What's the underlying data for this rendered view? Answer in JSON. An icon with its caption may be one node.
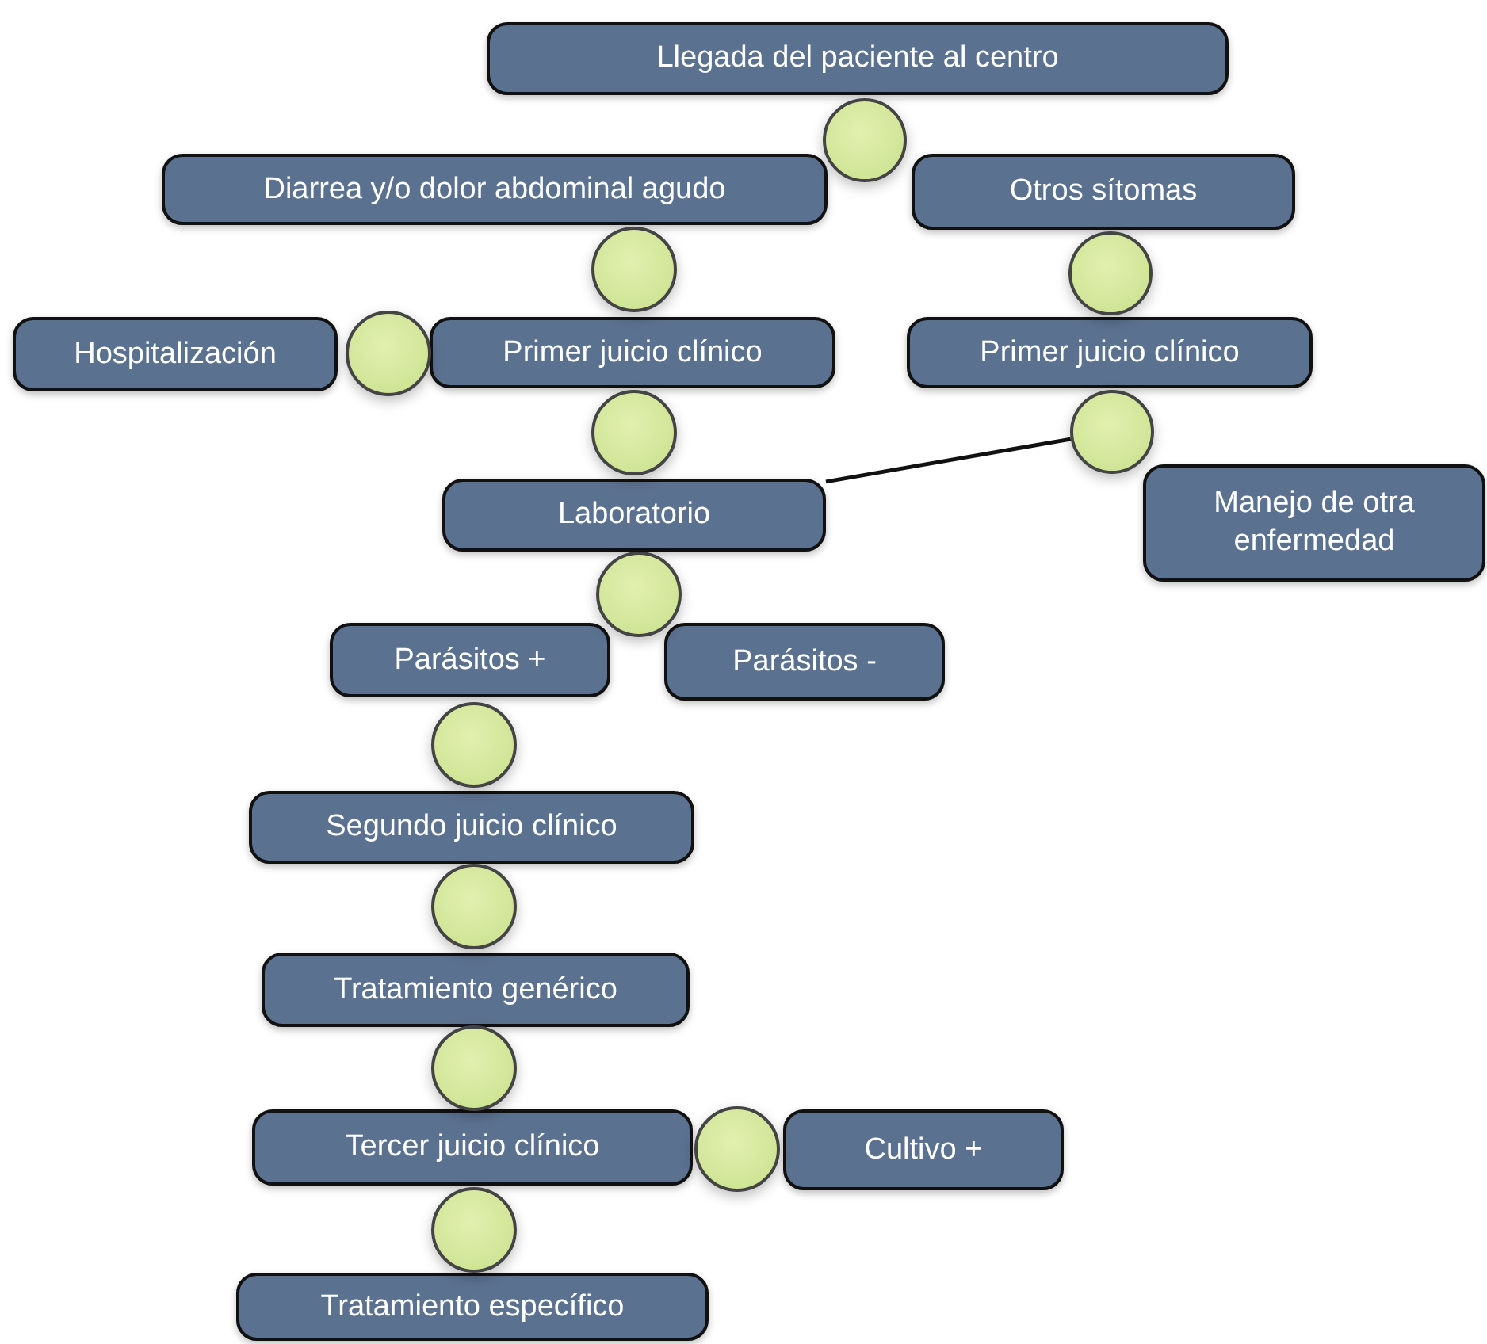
{
  "diagram": {
    "nodes": [
      {
        "text": [
          "Llegada del paciente al centro"
        ]
      },
      {
        "text": [],
        "shape": "circle"
      },
      {
        "text": [
          "Diarrea y/o dolor abdominal agudo"
        ]
      },
      {
        "text": [
          "Otros sítomas"
        ]
      },
      {
        "text": [],
        "shape": "circle"
      },
      {
        "text": [],
        "shape": "circle"
      },
      {
        "text": [
          "Hospitalización"
        ]
      },
      {
        "text": [],
        "shape": "circle"
      },
      {
        "text": [
          "Primer juicio clínico"
        ]
      },
      {
        "text": [
          "Primer juicio clínico"
        ]
      },
      {
        "text": [],
        "shape": "circle"
      },
      {
        "text": [],
        "shape": "circle"
      },
      {
        "text": [
          "Laboratorio"
        ]
      },
      {
        "text": [
          "Manejo de otra enfermedad"
        ]
      },
      {
        "text": [],
        "shape": "circle"
      },
      {
        "text": [
          "Parásitos +"
        ]
      },
      {
        "text": [
          "Parásitos -"
        ]
      },
      {
        "text": [],
        "shape": "circle"
      },
      {
        "text": [
          "Segundo juicio clínico"
        ]
      },
      {
        "text": [],
        "shape": "circle"
      },
      {
        "text": [
          "Tratamiento genérico"
        ]
      },
      {
        "text": [],
        "shape": "circle"
      },
      {
        "text": [
          "Tercer juicio clínico"
        ]
      },
      {
        "text": [],
        "shape": "circle"
      },
      {
        "text": [
          "Cultivo +"
        ]
      },
      {
        "text": [],
        "shape": "circle"
      },
      {
        "text": [
          "Tratamiento específico"
        ]
      }
    ],
    "edges": [
      {
        "from": 12,
        "to": 11,
        "arrow": "none"
      }
    ]
  }
}
